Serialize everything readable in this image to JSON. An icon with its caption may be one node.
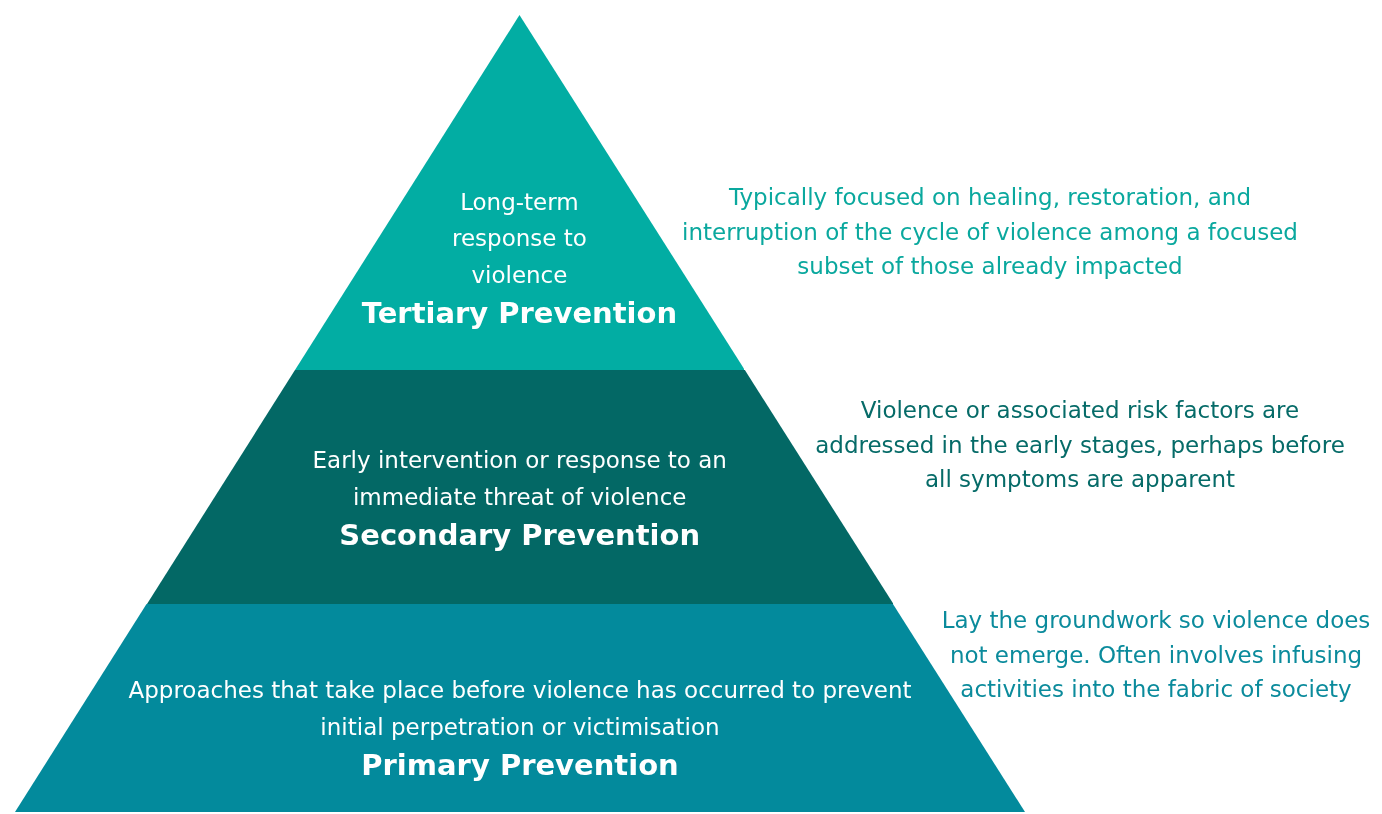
{
  "diagram": {
    "nodes": [
      {
        "text": [
          "Long-term response to violence",
          "Tertiary Prevention"
        ],
        "beside": [
          "Typically focused on healing, restoration, and interruption of the cycle of violence among a focused subset of those already impacted"
        ]
      },
      {
        "text": [
          "Early intervention or response to an immediate threat of violence",
          "Secondary Prevention"
        ],
        "beside": [
          "Violence or associated risk factors are addressed in the early stages, perhaps before all symptoms are apparent"
        ]
      },
      {
        "text": [
          "Approaches that take place before violence has occurred to prevent initial perpetration or victimisation",
          "Primary Prevention"
        ],
        "beside": [
          "Lay the groundwork so violence does not emerge. Often involves infusing activities into the fabric of society"
        ]
      }
    ]
  }
}
